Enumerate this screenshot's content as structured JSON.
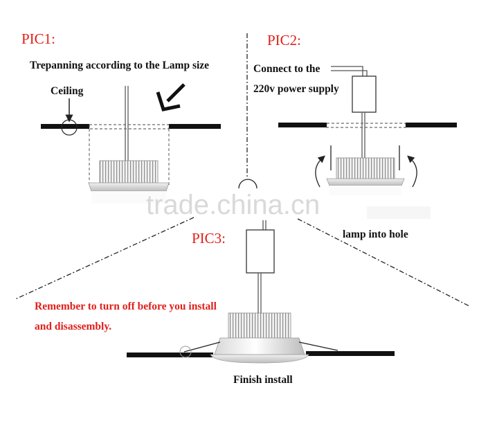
{
  "pic1": {
    "title": "PIC1:",
    "caption": "Trepanning according to the  Lamp size",
    "ceiling_label": "Ceiling"
  },
  "pic2": {
    "title": "PIC2:",
    "line1": "Connect to the",
    "line2": "220v power supply",
    "bottom_caption": "lamp into hole"
  },
  "pic3": {
    "title": "PIC3:",
    "warning_line1": "Remember to turn off before you install",
    "warning_line2": "and disassembly.",
    "bottom_caption": "Finish install"
  },
  "watermark": "trade.china.cn",
  "colors": {
    "accent_red": "#e0201b",
    "ink": "#111111",
    "watermark": "#d9d9d9"
  }
}
